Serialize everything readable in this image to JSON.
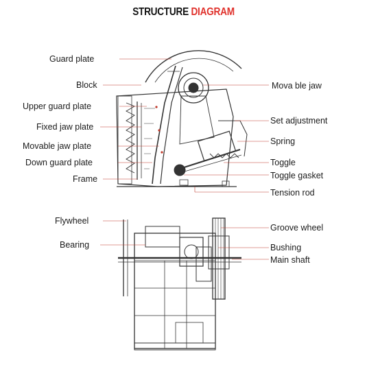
{
  "title": {
    "part1": "STRUCTURE",
    "part2": "DIAGRAM"
  },
  "colors": {
    "title_dark": "#111111",
    "title_red": "#e0312b",
    "leader_line": "#c0392b",
    "drawing": "#333333"
  },
  "labels": {
    "guard_plate": "Guard plate",
    "block": "Block",
    "upper_guard_plate": "Upper guard plate",
    "fixed_jaw_plate": "Fixed jaw plate",
    "movable_jaw_plate": "Movable jaw plate",
    "down_guard_plate": "Down guard plate",
    "frame": "Frame",
    "movable_jaw": "Mova ble jaw",
    "set_adjustment": "Set adjustment",
    "spring": "Spring",
    "toggle": "Toggle",
    "toggle_gasket": "Toggle gasket",
    "tension_rod": "Tension rod",
    "flywheel": "Flywheel",
    "bearing": "Bearing",
    "groove_wheel": "Groove wheel",
    "bushing": "Bushing",
    "main_shaft": "Main shaft"
  }
}
